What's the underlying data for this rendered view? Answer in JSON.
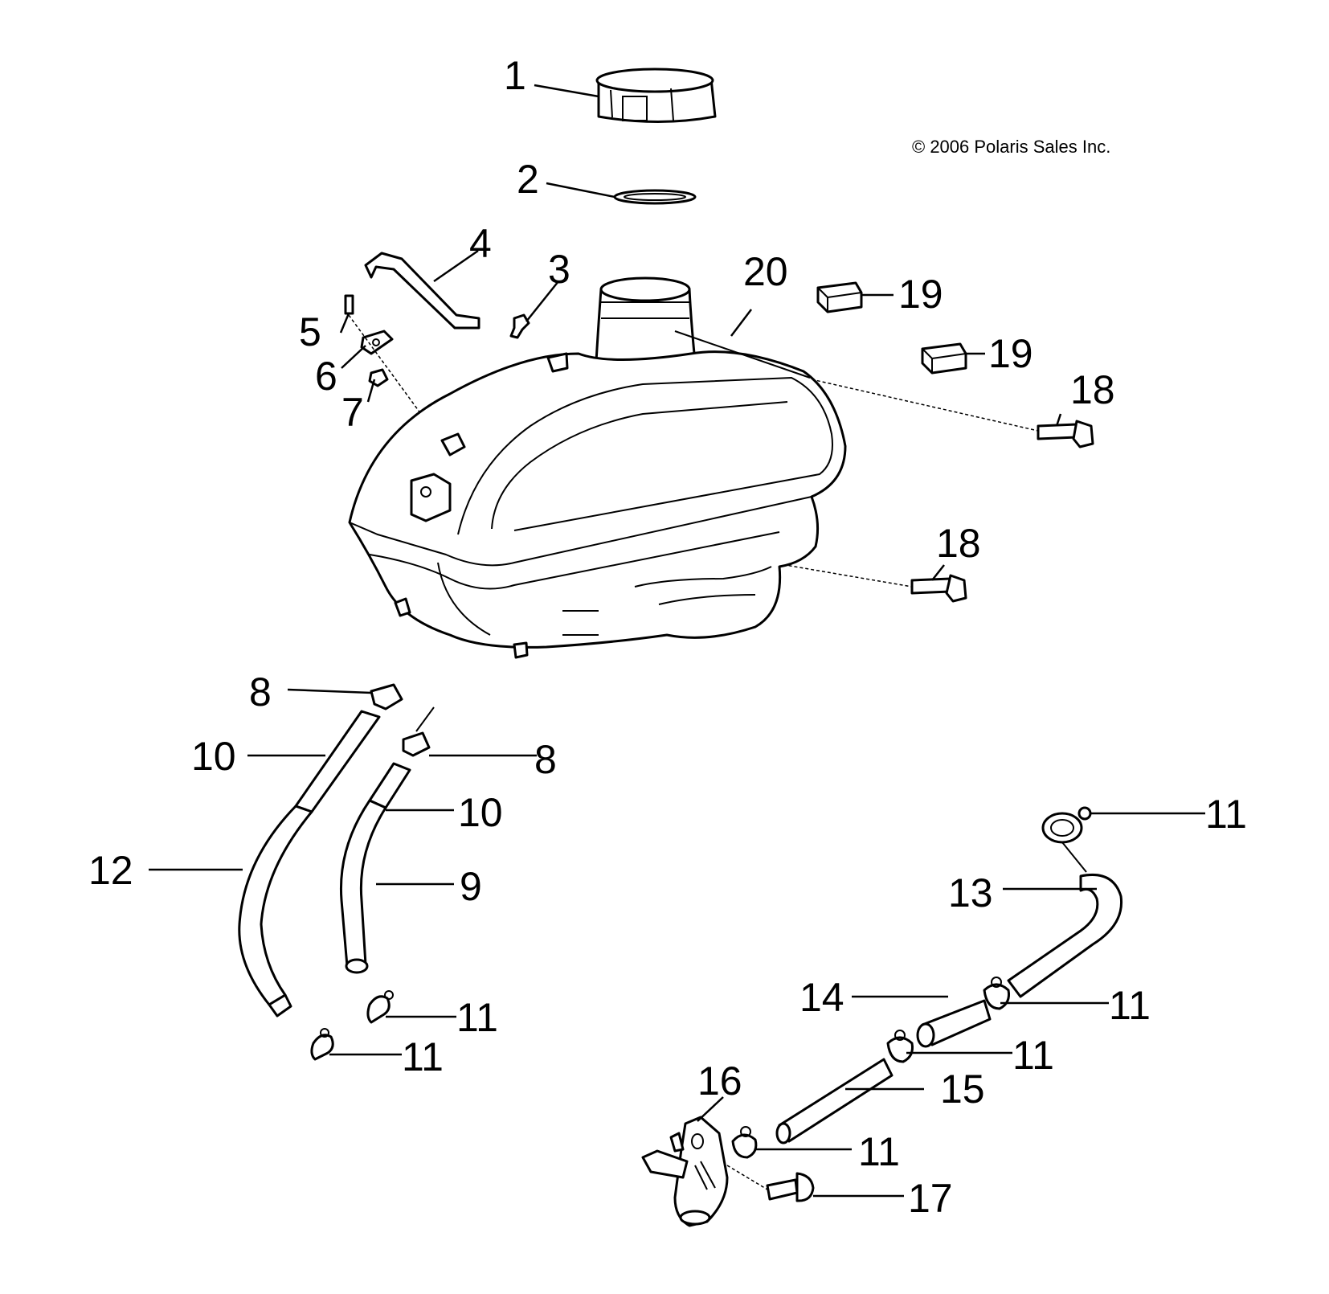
{
  "copyright": "© 2006 Polaris Sales Inc.",
  "callouts": [
    {
      "id": "c1",
      "label": "1"
    },
    {
      "id": "c2",
      "label": "2"
    },
    {
      "id": "c3",
      "label": "3"
    },
    {
      "id": "c4",
      "label": "4"
    },
    {
      "id": "c5",
      "label": "5"
    },
    {
      "id": "c6",
      "label": "6"
    },
    {
      "id": "c7",
      "label": "7"
    },
    {
      "id": "c8a",
      "label": "8"
    },
    {
      "id": "c8b",
      "label": "8"
    },
    {
      "id": "c9",
      "label": "9"
    },
    {
      "id": "c10a",
      "label": "10"
    },
    {
      "id": "c10b",
      "label": "10"
    },
    {
      "id": "c11a",
      "label": "11"
    },
    {
      "id": "c11b",
      "label": "11"
    },
    {
      "id": "c11c",
      "label": "11"
    },
    {
      "id": "c11d",
      "label": "11"
    },
    {
      "id": "c11e",
      "label": "11"
    },
    {
      "id": "c11f",
      "label": "11"
    },
    {
      "id": "c12",
      "label": "12"
    },
    {
      "id": "c13",
      "label": "13"
    },
    {
      "id": "c14",
      "label": "14"
    },
    {
      "id": "c15",
      "label": "15"
    },
    {
      "id": "c16",
      "label": "16"
    },
    {
      "id": "c17",
      "label": "17"
    },
    {
      "id": "c18a",
      "label": "18"
    },
    {
      "id": "c18b",
      "label": "18"
    },
    {
      "id": "c19a",
      "label": "19"
    },
    {
      "id": "c19b",
      "label": "19"
    },
    {
      "id": "c20",
      "label": "20"
    }
  ]
}
